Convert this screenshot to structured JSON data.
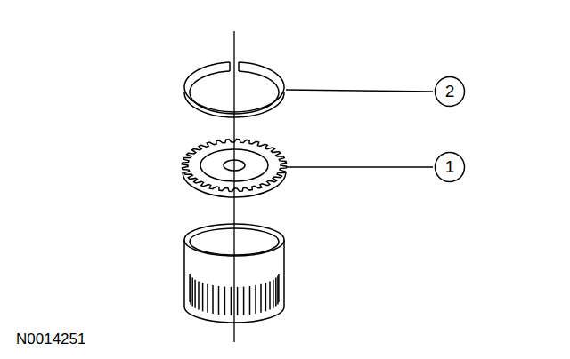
{
  "diagram": {
    "nodes": [
      {
        "text": [
          "2"
        ]
      },
      {
        "text": [
          "1"
        ]
      }
    ],
    "labels": [
      "N0014251"
    ]
  }
}
